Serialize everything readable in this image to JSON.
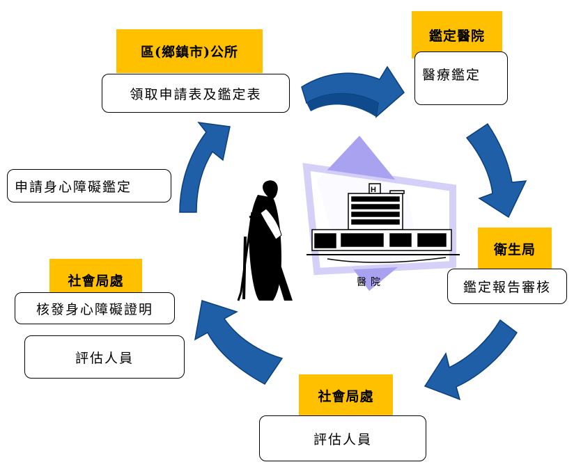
{
  "steps": {
    "district_office": {
      "header": "區(鄉鎮市)公所",
      "text": "領取申請表及鑑定表"
    },
    "hospital": {
      "header": "鑑定醫院",
      "text": "醫療鑑定"
    },
    "health_bureau": {
      "header": "衛生局",
      "text": "鑑定報告審核"
    },
    "social_bureau_bottom": {
      "header": "社會局處",
      "text": "評估人員"
    },
    "social_bureau_left": {
      "header": "社會局處",
      "text": "核發身心障礙證明",
      "text2": "評估人員"
    },
    "apply": {
      "text": "申請身心障礙鑑定"
    }
  },
  "center": {
    "caption": "醫院",
    "sign_letter": "H"
  },
  "colors": {
    "label_bg": "#FFC000",
    "arrow": "#1F5FA8",
    "arrow_dark": "#0A3F7A",
    "diamond": "#A9A2F0"
  },
  "icons": {
    "arrow": "curved-arrow-icon",
    "person": "person-with-crutch-icon",
    "building": "hospital-building-icon"
  }
}
